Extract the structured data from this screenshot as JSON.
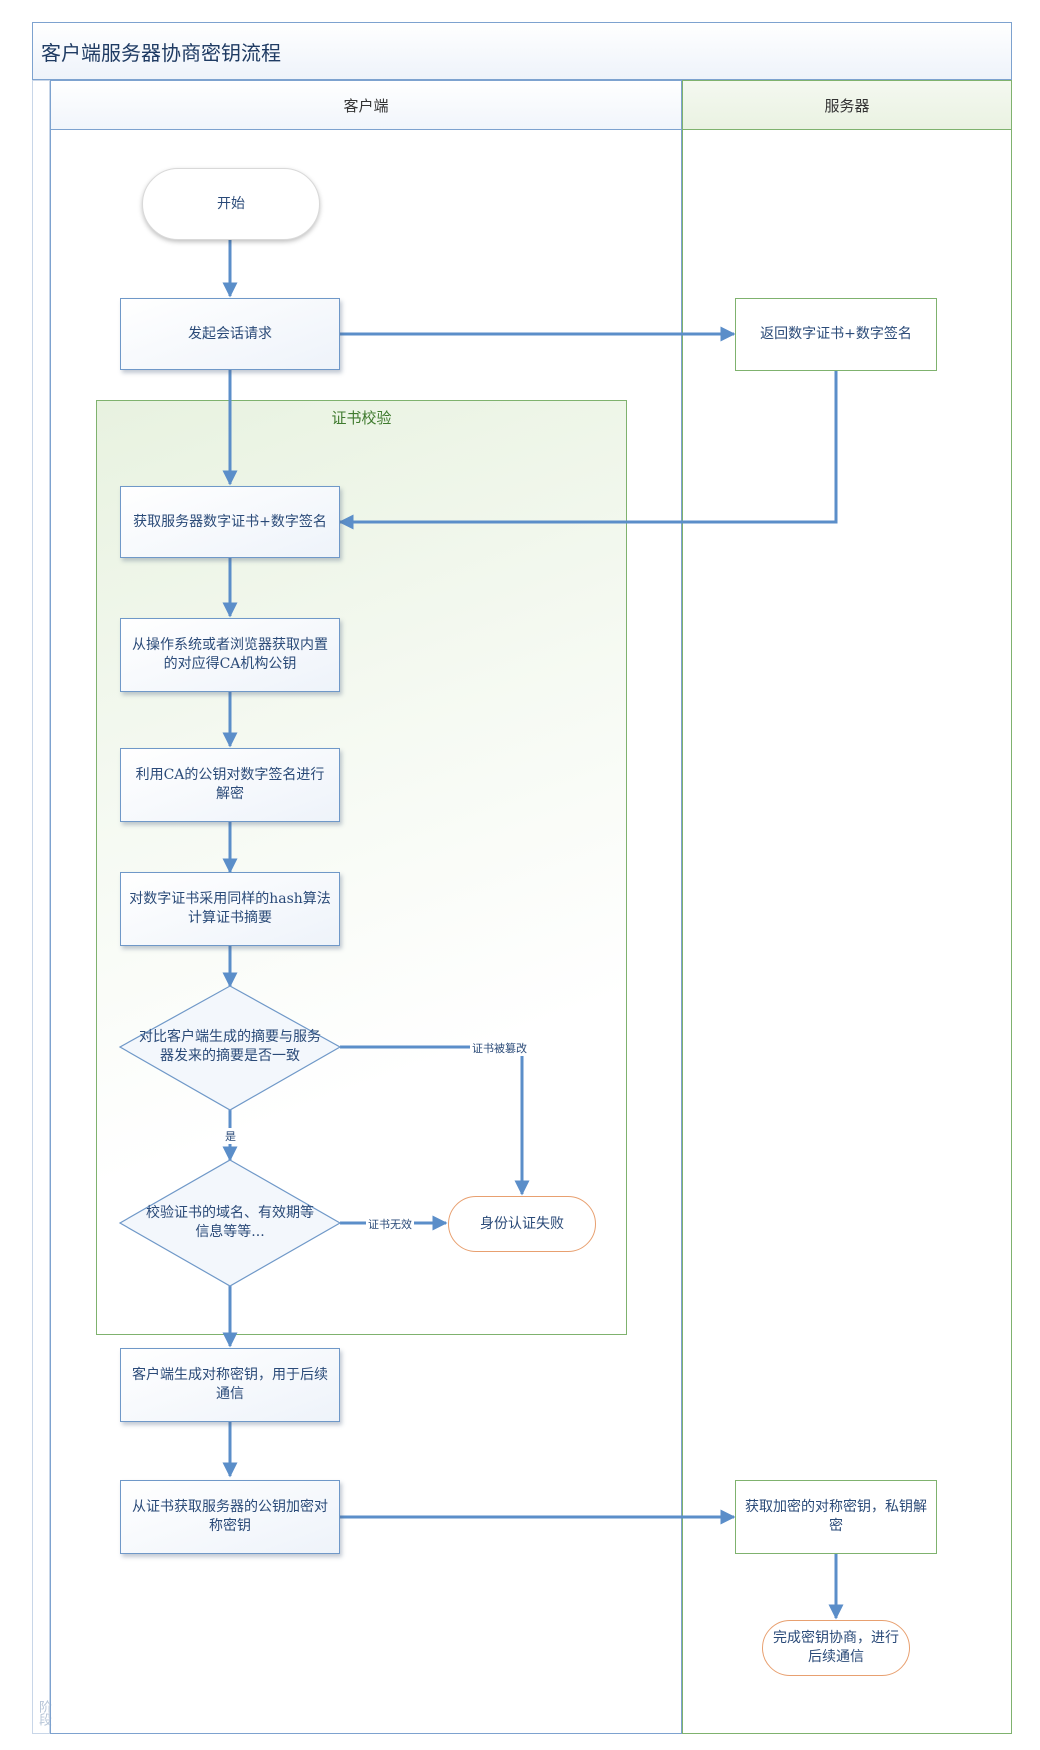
{
  "title": "客户端服务器协商密钥流程",
  "lanes": {
    "client": "客户端",
    "server": "服务器"
  },
  "stage_label": "阶段",
  "group_title": "证书校验",
  "nodes": {
    "start": "开始",
    "initiate": "发起会话请求",
    "return_cert": "返回数字证书+数字签名",
    "get_cert": "获取服务器数字证书+数字签名",
    "get_ca_key": "从操作系统或者浏览器获取内置的对应得CA机构公钥",
    "decrypt_sig": "利用CA的公钥对数字签名进行解密",
    "hash_cert": "对数字证书采用同样的hash算法计算证书摘要",
    "compare": "对比客户端生成的摘要与服务器发来的摘要是否一致",
    "verify_domain": "校验证书的域名、有效期等信息等等...",
    "auth_fail": "身份认证失败",
    "gen_key": "客户端生成对称密钥，用于后续通信",
    "encrypt_key": "从证书获取服务器的公钥加密对称密钥",
    "server_decrypt": "获取加密的对称密钥，私钥解密",
    "done": "完成密钥协商，进行后续通信"
  },
  "edge_labels": {
    "tampered": "证书被篡改",
    "yes": "是",
    "invalid": "证书无效"
  },
  "colors": {
    "arrow": "#5b8ec9",
    "client_lane": "#7da2cf",
    "server_lane": "#7fb26e",
    "group": "#7fb26e",
    "fail_border": "#e8a070"
  }
}
